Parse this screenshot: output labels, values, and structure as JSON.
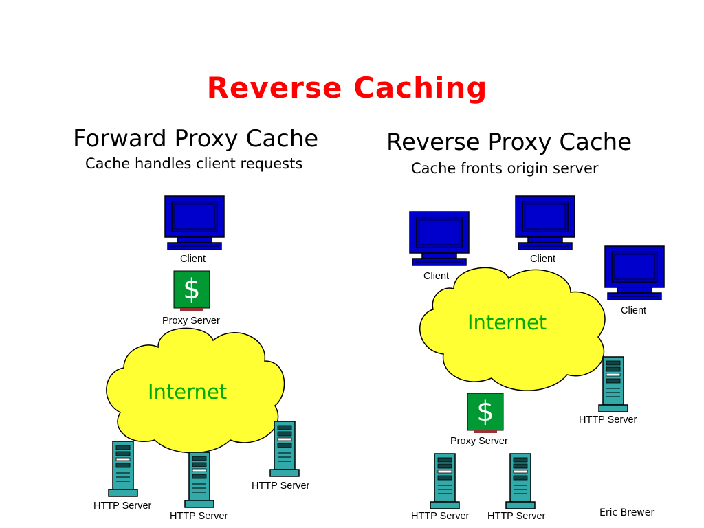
{
  "slide": {
    "title": "Reverse Caching",
    "credit": "Eric Brewer"
  },
  "forward": {
    "heading": "Forward Proxy Cache",
    "subheading": "Cache handles client requests",
    "client_label": "Client",
    "proxy_label": "Proxy Server",
    "proxy_symbol": "$",
    "cloud_label": "Internet",
    "servers": [
      "HTTP Server",
      "HTTP Server",
      "HTTP Server"
    ]
  },
  "reverse": {
    "heading": "Reverse Proxy Cache",
    "subheading": "Cache fronts origin server",
    "clients": [
      "Client",
      "Client",
      "Client"
    ],
    "cloud_label": "Internet",
    "proxy_label": "Proxy Server",
    "proxy_symbol": "$",
    "servers": [
      "HTTP Server",
      "HTTP Server",
      "HTTP Server"
    ]
  },
  "colors": {
    "title": "#ff0000",
    "cloud_fill": "#ffff33",
    "cloud_text": "#00aa00",
    "monitor": "#0000cc",
    "proxy_box": "#009933",
    "server": "#33aaaa"
  },
  "icons": [
    "monitor-icon",
    "server-tower-icon",
    "proxy-dollar-icon",
    "cloud-shape"
  ]
}
